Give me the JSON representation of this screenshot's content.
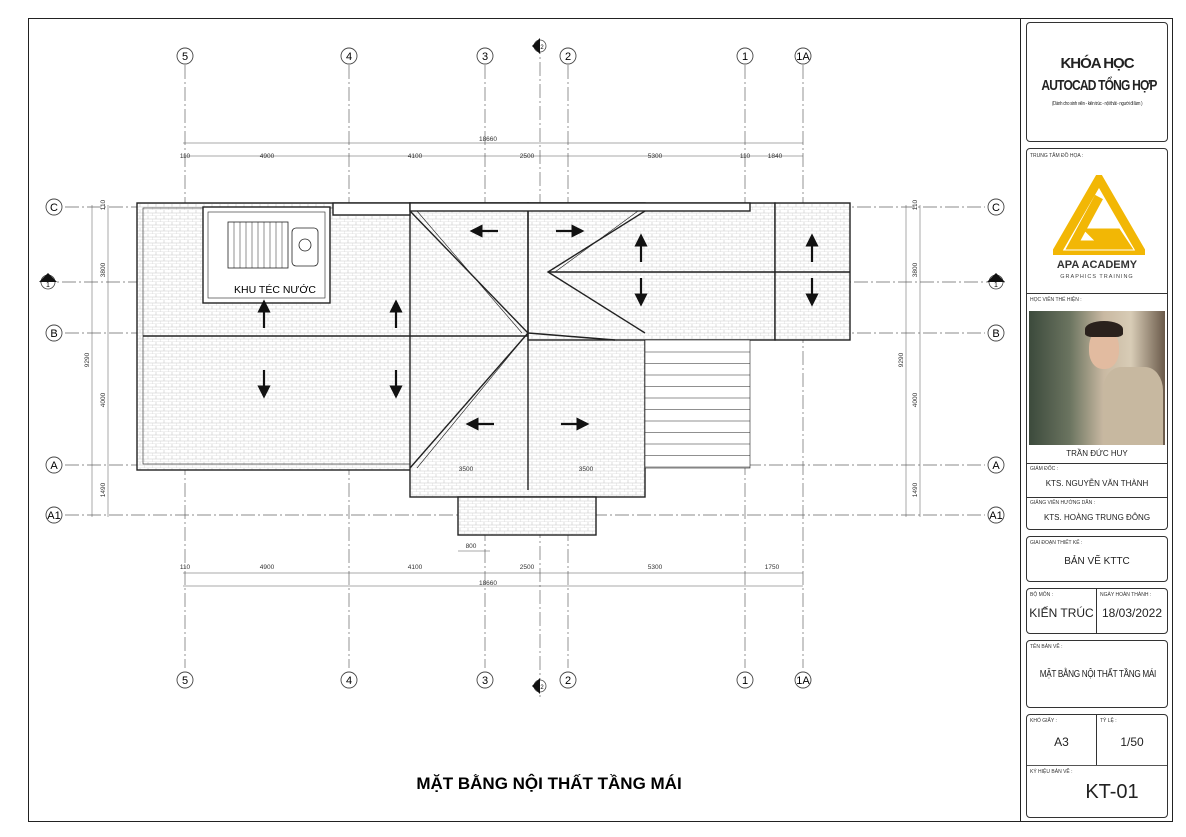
{
  "drawing": {
    "title": "MẶT BẰNG NỘI THẤT TẦNG MÁI",
    "grid_cols": [
      "5",
      "4",
      "3",
      "2",
      "1",
      "1A"
    ],
    "grid_rows": [
      "C",
      "B",
      "A",
      "A1"
    ],
    "section_marker": "1",
    "section_marker_v": "2",
    "top_total": "18660",
    "top_dims": [
      "110",
      "4900",
      "4100",
      "2500",
      "5300",
      "110",
      "1840"
    ],
    "bottom_total": "18660",
    "bottom_dims": [
      "110",
      "4900",
      "4100",
      "2500",
      "5300",
      "1750"
    ],
    "side_total": "9290",
    "side_dims": [
      "110",
      "3800",
      "4000",
      "1490"
    ],
    "room_label": "KHU TÉC NƯỚC",
    "inner_dims": [
      "3500",
      "3500",
      "800"
    ]
  },
  "titleblock": {
    "course_title_1": "KHÓA HỌC",
    "course_title_2": "AUTOCAD TỔNG HỢP",
    "course_sub": "(Dành cho sinh viên - kiến trúc - nội thất - người đi làm )",
    "center_label": "TRUNG TÂM ĐỒ HỌA :",
    "logo_name": "APA ACADEMY",
    "logo_sub": "GRAPHICS TRAINING",
    "student_label": "HỌC VIÊN THỂ HIỆN :",
    "student_name": "TRẦN ĐỨC HUY",
    "director_label": "GIÁM ĐỐC :",
    "director_name": "KTS. NGUYỄN VĂN THÀNH",
    "instructor_label": "GIẢNG VIÊN HƯỚNG DẪN :",
    "instructor_name": "KTS. HOÀNG TRUNG ĐÔNG",
    "phase_label": "GIAI ĐOẠN THIẾT KẾ :",
    "phase_value": "BẢN VẼ KTTC",
    "dept_label": "BỘ MÔN :",
    "dept_value": "KIẾN TRÚC",
    "date_label": "NGÀY HOÀN THÀNH :",
    "date_value": "18/03/2022",
    "sheet_name_label": "TÊN BẢN VẼ :",
    "sheet_name_value": "MẶT BẰNG NỘI THẤT TẦNG MÁI",
    "paper_label": "KHỔ GIẤY :",
    "paper_value": "A3",
    "scale_label": "TỶ LỆ :",
    "scale_value": "1/50",
    "code_label": "KÝ HIỆU BẢN VẼ :",
    "code_value": "KT-01",
    "logo_color": "#F2B705"
  }
}
